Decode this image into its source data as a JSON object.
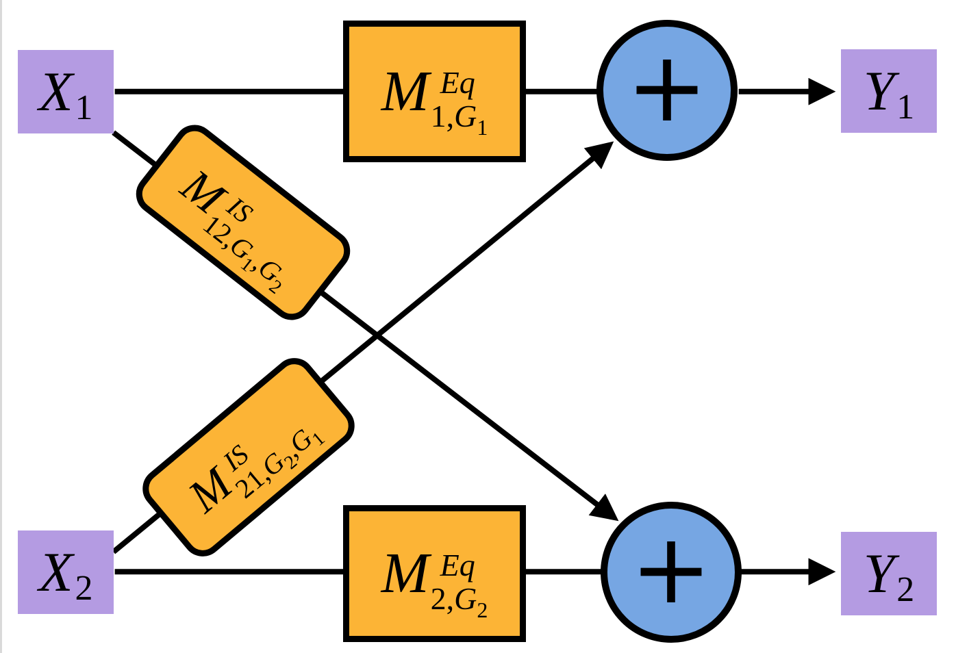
{
  "colors": {
    "purple": "#b49be2",
    "orange": "#fcb436",
    "blue": "#76a6e3",
    "line": "#000000",
    "edge": "#d9d9d9"
  },
  "nodes": {
    "x1": {
      "base": "X",
      "sub": "1"
    },
    "x2": {
      "base": "X",
      "sub": "2"
    },
    "y1": {
      "base": "Y",
      "sub": "1"
    },
    "y2": {
      "base": "Y",
      "sub": "2"
    }
  },
  "blocks": {
    "eq1": {
      "base": "M",
      "sup": "Eq",
      "sub_pre": "1,",
      "sub_g": "G",
      "sub_gs": "1"
    },
    "eq2": {
      "base": "M",
      "sup": "Eq",
      "sub_pre": "2,",
      "sub_g": "G",
      "sub_gs": "2"
    },
    "is1": {
      "base": "M",
      "sup": "IS",
      "sub_pre": "12,",
      "g_a": "G",
      "g_a_s": "1",
      "comma": ",",
      "g_b": "G",
      "g_b_s": "2"
    },
    "is2": {
      "base": "M",
      "sup": "IS",
      "sub_pre": "21,",
      "g_a": "G",
      "g_a_s": "2",
      "comma": ",",
      "g_b": "G",
      "g_b_s": "1"
    }
  },
  "sums": {
    "sum1": "+",
    "sum2": "+"
  }
}
